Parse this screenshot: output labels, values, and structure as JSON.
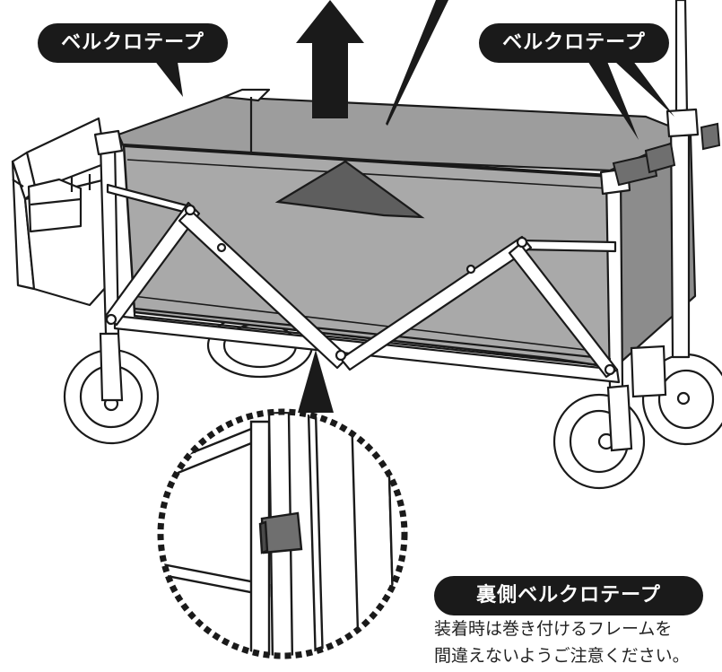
{
  "labels": {
    "left_tape": "ベルクロテープ",
    "right_tape": "ベルクロテープ",
    "back_tape": "裏側ベルクロテープ"
  },
  "note": {
    "line1": "装着時は巻き付けるフレームを",
    "line2": "間違えないようご注意ください。"
  },
  "colors": {
    "panel_fill": "#a9a9a9",
    "panel_dark": "#8c8c8c",
    "line": "#1a1a1a",
    "frame": "#ffffff",
    "label_bg": "#1a1a1a",
    "label_text": "#ffffff",
    "tape_fill": "#6f6f6f"
  }
}
